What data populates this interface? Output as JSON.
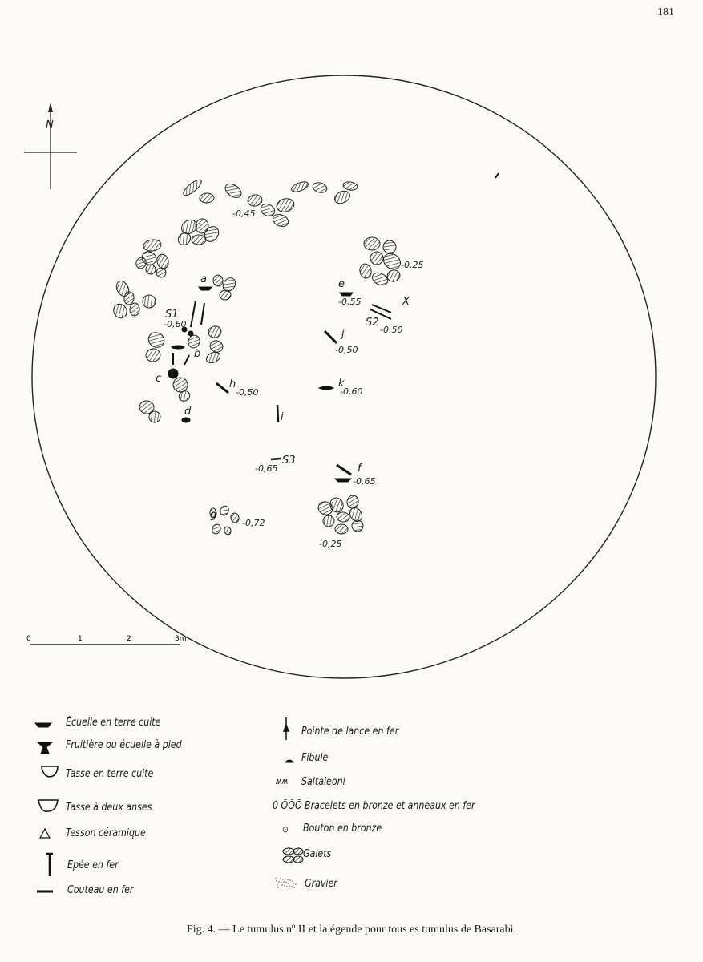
{
  "page_number": "181",
  "compass": {
    "north": "N"
  },
  "scale": {
    "ticks": [
      "0",
      "1",
      "2",
      "3m"
    ]
  },
  "map_labels": {
    "a": "a",
    "b": "b",
    "c": "c",
    "d": "d",
    "e": "e",
    "f": "f",
    "g": "g",
    "h": "h",
    "i": "i",
    "j": "j",
    "k": "k",
    "x": "X",
    "s1": "S1",
    "s2": "S2",
    "s3": "S3",
    "d_s1": "-0,60",
    "d_top": "-0,45",
    "d_ne": "-0,25",
    "d_e": "-0,55",
    "d_s2": "-0,50",
    "d_j": "-0,50",
    "d_h": "-0,50",
    "d_k": "-0,60",
    "d_s3": "-0,65",
    "d_f": "-0,65",
    "d_g": "-0,72",
    "d_se": "-0,25"
  },
  "legend": {
    "left": [
      {
        "icon": "ecuelle-icon",
        "label": "Écuelle en terre cuite"
      },
      {
        "icon": "fruitiere-icon",
        "label": "Fruitière ou écuelle à pied"
      },
      {
        "icon": "tasse-icon",
        "label": "Tasse en terre cuite"
      },
      {
        "icon": "tasse-deux-anses-icon",
        "label": "Tasse à deux anses"
      },
      {
        "icon": "triangle-icon",
        "label": "Tesson céramique"
      },
      {
        "icon": "sword-icon",
        "label": "Épée en fer"
      },
      {
        "icon": "knife-icon",
        "label": "Couteau en fer"
      }
    ],
    "right": [
      {
        "icon": "spearhead-icon",
        "label": "Pointe de lance en fer"
      },
      {
        "icon": "fibula-icon",
        "label": "Fibule"
      },
      {
        "icon": "spiral-icon",
        "label": "Saltaleoni",
        "glyph": "ʍʍ"
      },
      {
        "icon": "bracelet-icon",
        "label": "Bracelets en bronze et anneaux en fer",
        "glyph": "0 ÕÕÕ"
      },
      {
        "icon": "button-icon",
        "label": "Bouton en bronze",
        "glyph": "⊙"
      },
      {
        "icon": "pebbles-icon",
        "label": "Galets"
      },
      {
        "icon": "gravel-icon",
        "label": "Gravier"
      }
    ]
  },
  "caption": "Fig. 4. — Le tumulus nº II et la  égende pour tous  es tumulus de Basarabi."
}
